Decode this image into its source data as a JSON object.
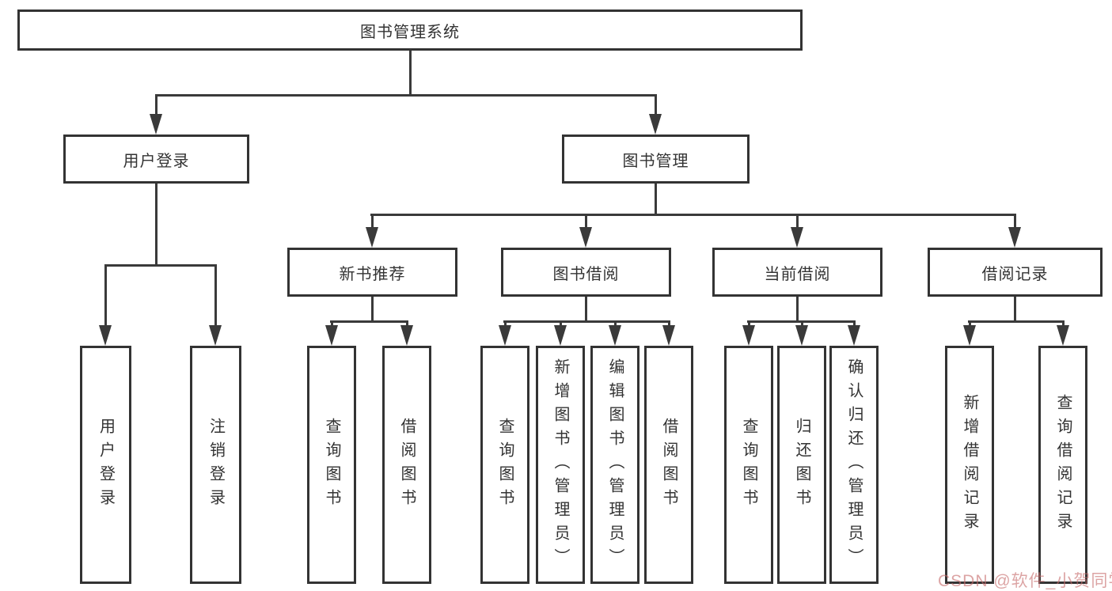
{
  "colors": {
    "line": "#3a3a3a",
    "box_border": "#333333",
    "text": "#333333",
    "watermark": "#c66c6c"
  },
  "tree": {
    "root": "图书管理系统",
    "branches": [
      {
        "label": "用户登录",
        "children": [
          "用户登录",
          "注销登录"
        ]
      },
      {
        "label": "图书管理",
        "children": [
          {
            "label": "新书推荐",
            "children": [
              "查询图书",
              "借阅图书"
            ]
          },
          {
            "label": "图书借阅",
            "children": [
              "查询图书",
              "新增图书（管理员）",
              "编辑图书（管理员）",
              "借阅图书"
            ]
          },
          {
            "label": "当前借阅",
            "children": [
              "查询图书",
              "归还图书",
              "确认归还（管理员）"
            ]
          },
          {
            "label": "借阅记录",
            "children": [
              "新增借阅记录",
              "查询借阅记录"
            ]
          }
        ]
      }
    ]
  },
  "watermark": "CSDN @软件_小贺同学"
}
